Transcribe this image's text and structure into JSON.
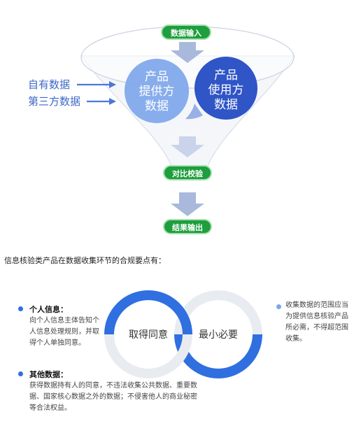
{
  "funnel": {
    "input_label": "数据输入",
    "left_labels": [
      "自有数据",
      "第三方数据"
    ],
    "provider_circle_lines": [
      "产品",
      "提供方",
      "数据"
    ],
    "user_circle_lines": [
      "产品",
      "使用方",
      "数据"
    ],
    "compare_label": "对比校验",
    "output_label": "结果输出"
  },
  "caption": "信息核验类产品在数据收集环节的合规要点有：",
  "points": {
    "personal_title": "个人信息：",
    "personal_lines": [
      "向个人信息主体告知个",
      "人信息处理规则，并取",
      "得个人单独同意。"
    ],
    "other_title": "其他数据：",
    "other_lines": [
      "获得数据持有人的同意，不违法收集公共数据、重要数",
      "据、国家核心数据之外的数据；不侵害他人的商业秘密",
      "等合法权益。"
    ],
    "ring_left": "取得同意",
    "ring_right": "最小必要",
    "scope_lines": [
      "收集数据的范围应当",
      "为提供信息核验产品",
      "所必需，不得超范围",
      "收集。"
    ]
  },
  "colors": {
    "primary_blue": "#2f6fe0",
    "light_blue": "#7ea6ea",
    "green": "#1e9e3c",
    "arrow": "#a9b9dc",
    "gray_ring": "#e8ecf1"
  }
}
